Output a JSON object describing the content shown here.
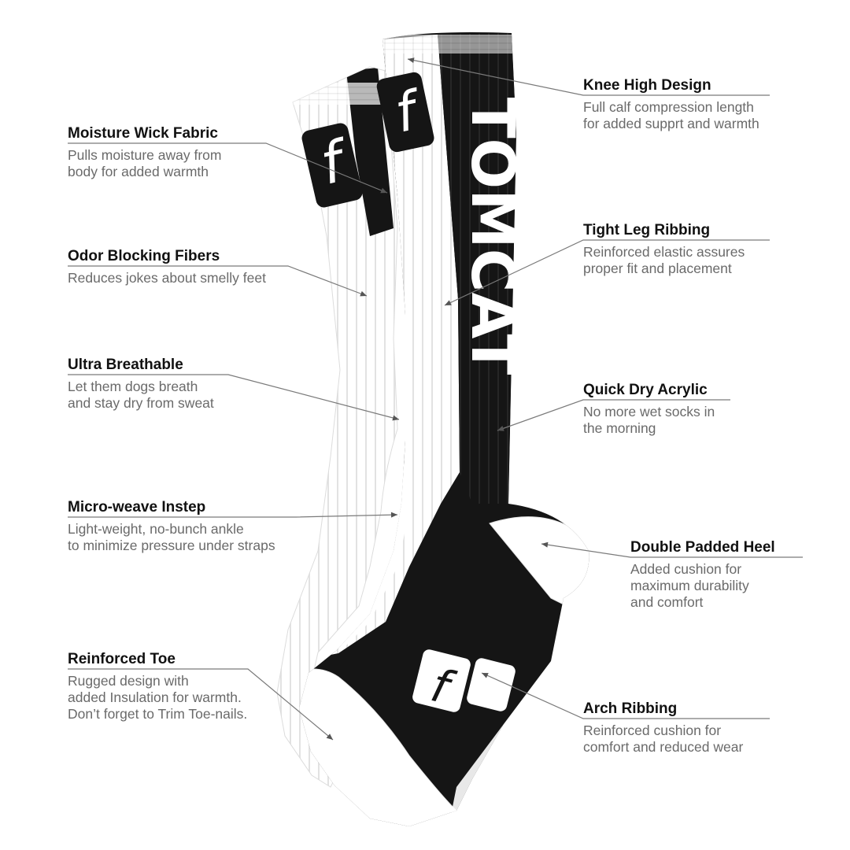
{
  "product": {
    "brand_mark": "f",
    "leg_word": "TOMCAT",
    "colors": {
      "black": "#141414",
      "white": "#ffffff",
      "rib_shadow": "#e4e4e4",
      "leader": "#7a7a7a",
      "title": "#111111",
      "desc": "#6a6a6a"
    }
  },
  "callouts": [
    {
      "id": "knee-high-design",
      "side": "right",
      "title": "Knee High Design",
      "desc": "Full calf compression length\nfor added supprt and warmth"
    },
    {
      "id": "moisture-wick-fabric",
      "side": "left",
      "title": "Moisture Wick Fabric",
      "desc": "Pulls moisture away from\nbody for added warmth"
    },
    {
      "id": "tight-leg-ribbing",
      "side": "right",
      "title": "Tight Leg Ribbing",
      "desc": "Reinforced elastic assures\nproper fit and placement"
    },
    {
      "id": "odor-blocking-fibers",
      "side": "left",
      "title": "Odor Blocking Fibers",
      "desc": "Reduces jokes about smelly feet"
    },
    {
      "id": "ultra-breathable",
      "side": "left",
      "title": "Ultra Breathable",
      "desc": "Let them dogs breath\nand stay dry from sweat"
    },
    {
      "id": "quick-dry-acrylic",
      "side": "right",
      "title": "Quick Dry Acrylic",
      "desc": "No more wet socks in\nthe morning"
    },
    {
      "id": "micro-weave-instep",
      "side": "left",
      "title": "Micro-weave Instep",
      "desc": "Light-weight, no-bunch ankle\nto minimize pressure under straps"
    },
    {
      "id": "double-padded-heel",
      "side": "right",
      "title": "Double Padded Heel",
      "desc": "Added cushion for\nmaximum durability\nand comfort"
    },
    {
      "id": "reinforced-toe",
      "side": "left",
      "title": "Reinforced Toe",
      "desc": "Rugged design with\nadded Insulation for warmth.\nDon’t forget to Trim Toe-nails."
    },
    {
      "id": "arch-ribbing",
      "side": "right",
      "title": "Arch Ribbing",
      "desc": "Reinforced cushion for\ncomfort and reduced wear"
    }
  ]
}
